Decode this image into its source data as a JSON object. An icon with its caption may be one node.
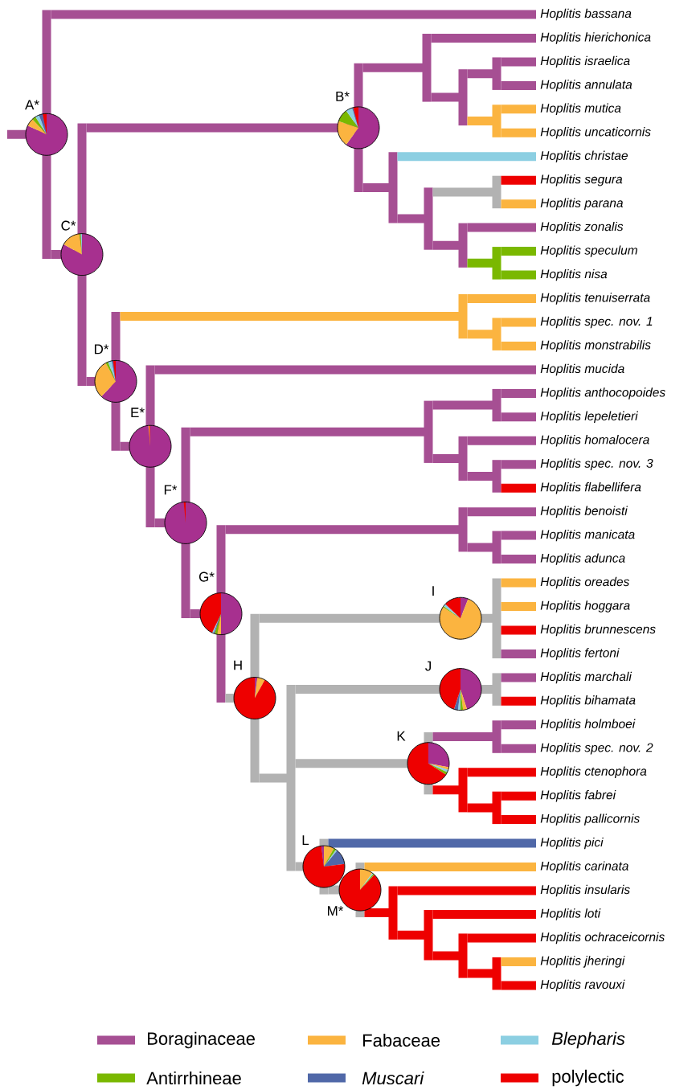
{
  "diagram": {
    "labels": [
      "Hoplitis bassana",
      "Hoplitis hierichonica",
      "Hoplitis israelica",
      "Hoplitis annulata",
      "Hoplitis mutica",
      "Hoplitis uncaticornis",
      "Hoplitis christae",
      "Hoplitis segura",
      "Hoplitis parana",
      "Hoplitis zonalis",
      "Hoplitis speculum",
      "Hoplitis nisa",
      "Hoplitis tenuiserrata",
      "Hoplitis spec. nov. 1",
      "Hoplitis monstrabilis",
      "Hoplitis mucida",
      "Hoplitis anthocopoides",
      "Hoplitis lepeletieri",
      "Hoplitis homalocera",
      "Hoplitis spec. nov. 3",
      "Hoplitis flabellifera",
      "Hoplitis benoisti",
      "Hoplitis manicata",
      "Hoplitis adunca",
      "Hoplitis oreades",
      "Hoplitis hoggara",
      "Hoplitis brunnescens",
      "Hoplitis fertoni",
      "Hoplitis marchali",
      "Hoplitis bihamata",
      "Hoplitis holmboei",
      "Hoplitis spec. nov. 2",
      "Hoplitis ctenophora",
      "Hoplitis fabrei",
      "Hoplitis pallicornis",
      "Hoplitis pici",
      "Hoplitis carinata",
      "Hoplitis insularis",
      "Hoplitis loti",
      "Hoplitis ochraceicornis",
      "Hoplitis jheringi",
      "Hoplitis ravouxi",
      "A*",
      "B*",
      "C*",
      "D*",
      "E*",
      "F*",
      "G*",
      "H",
      "I",
      "J",
      "K",
      "L",
      "M*"
    ],
    "legend": [
      {
        "text": "Boraginaceae",
        "color": "#a64f93"
      },
      {
        "text": "Fabaceae",
        "color": "#fbb440"
      },
      {
        "text": "*Blepharis*",
        "color": "#8ccfe2"
      },
      {
        "text": "Antirrhineae",
        "color": "#7ab800"
      },
      {
        "text": "*Muscari*",
        "color": "#5068a8"
      },
      {
        "text": "polylectic",
        "color": "#ee0000"
      }
    ]
  }
}
